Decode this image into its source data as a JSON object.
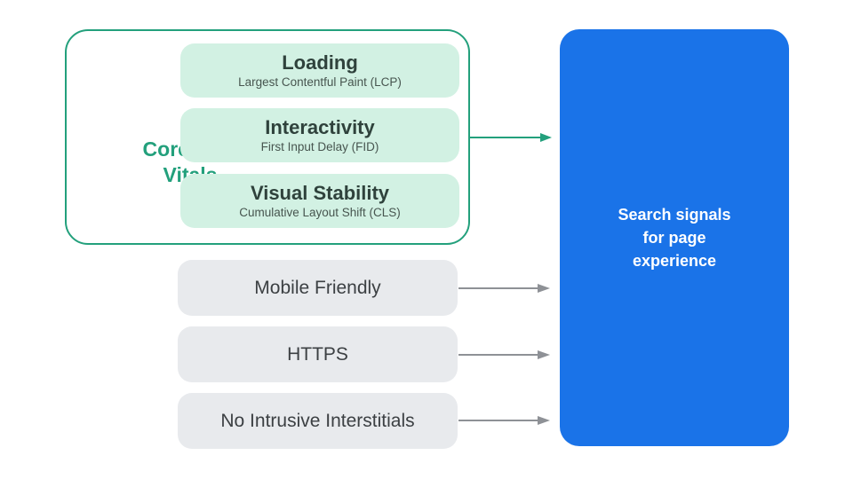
{
  "colors": {
    "background": "#ffffff",
    "teal": "#23A07C",
    "mint": "#D2F1E3",
    "pill_title": "#2F423C",
    "pill_subtitle": "#47554F",
    "gray_pill": "#E8EAED",
    "gray_text": "#3C4043",
    "arrow_gray": "#8E9196",
    "blue": "#1A73E8",
    "white": "#FFFFFF"
  },
  "core_web_vitals": {
    "label": "Core Web Vitals",
    "items": [
      {
        "title": "Loading",
        "subtitle": "Largest Contentful Paint (LCP)"
      },
      {
        "title": "Interactivity",
        "subtitle": "First Input Delay (FID)"
      },
      {
        "title": "Visual Stability",
        "subtitle": "Cumulative Layout Shift (CLS)"
      }
    ]
  },
  "other_signals": [
    {
      "label": "Mobile Friendly"
    },
    {
      "label": "HTTPS"
    },
    {
      "label": "No Intrusive Interstitials"
    }
  ],
  "result": {
    "lines": [
      "Search signals",
      "for page",
      "experience"
    ]
  }
}
